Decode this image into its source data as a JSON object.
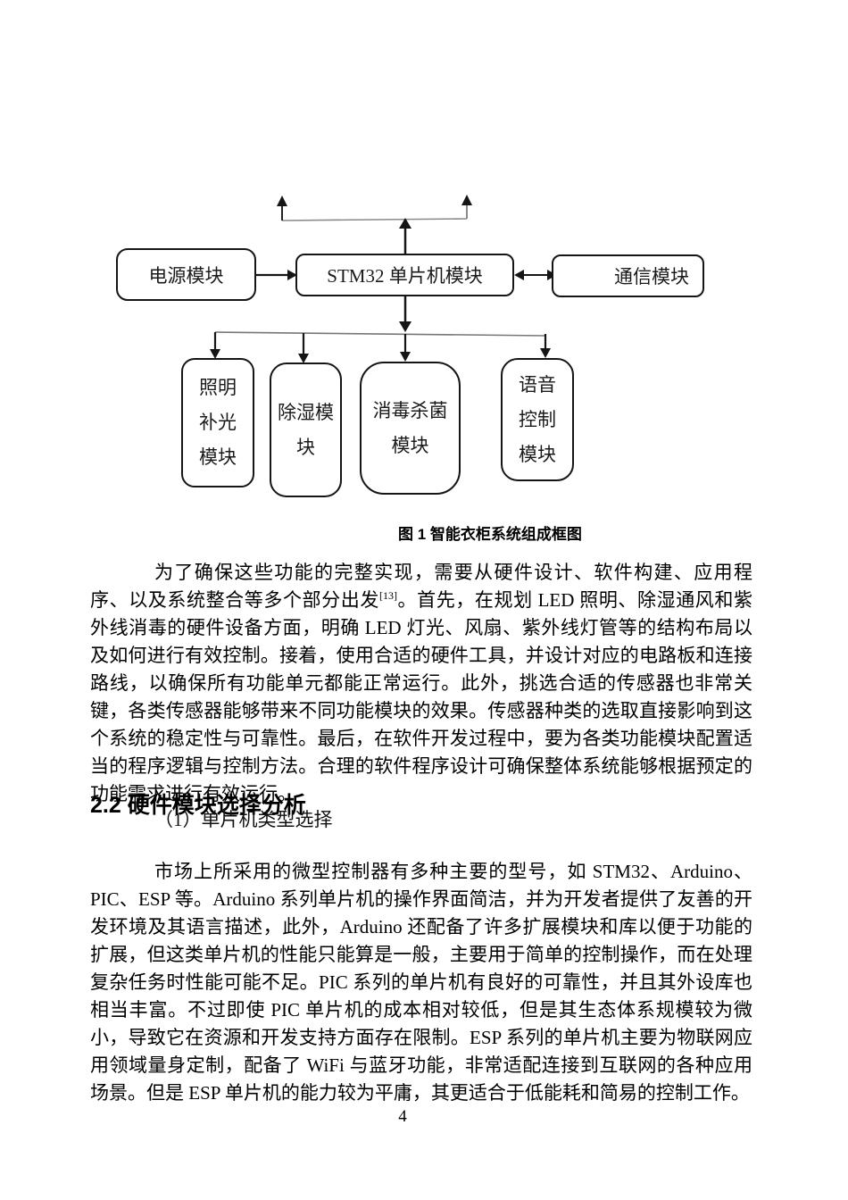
{
  "figure": {
    "caption": "图 1 智能衣柜系统组成框图",
    "nodes": {
      "power": {
        "label": "电源模块"
      },
      "mcu": {
        "label": "STM32 单片机模块"
      },
      "comm": {
        "label": "通信模块"
      },
      "lighting": {
        "lines": [
          "照明",
          "补光",
          "模块"
        ]
      },
      "dehumidify": {
        "lines": [
          "除湿模",
          "块"
        ]
      },
      "disinfect": {
        "lines": [
          "消毒杀菌",
          "模块"
        ]
      },
      "voice": {
        "lines": [
          "语音",
          "控制",
          "模块"
        ]
      }
    },
    "arrow_color": "#151515",
    "thin_line_color": "#8a8a8a"
  },
  "content": {
    "para1_before_ref": "为了确保这些功能的完整实现，需要从硬件设计、软件构建、应用程序、以及系统整合等多个部分出发",
    "para1_ref": "[13]",
    "para1_after_ref": "。首先，在规划 LED 照明、除湿通风和紫外线消毒的硬件设备方面，明确 LED 灯光、风扇、紫外线灯管等的结构布局以及如何进行有效控制。接着，使用合适的硬件工具，并设计对应的电路板和连接路线，以确保所有功能单元都能正常运行。此外，挑选合适的传感器也非常关键，各类传感器能够带来不同功能模块的效果。传感器种类的选取直接影响到这个系统的稳定性与可靠性。最后，在软件开发过程中，要为各类功能模块配置适当的程序逻辑与控制方法。合理的软件程序设计可确保整体系统能够根据预定的功能需求进行有效运行。",
    "heading": "2.2 硬件模块选择分析",
    "subheading": "（1）单片机类型选择",
    "para2": "市场上所采用的微型控制器有多种主要的型号，如 STM32、Arduino、PIC、ESP 等。Arduino 系列单片机的操作界面简洁，并为开发者提供了友善的开发环境及其语言描述，此外，Arduino 还配备了许多扩展模块和库以便于功能的扩展，但这类单片机的性能只能算是一般，主要用于简单的控制操作，而在处理复杂任务时性能可能不足。PIC 系列的单片机有良好的可靠性，并且其外设库也相当丰富。不过即使 PIC 单片机的成本相对较低，但是其生态体系规模较为微小，导致它在资源和开发支持方面存在限制。ESP 系列的单片机主要为物联网应用领域量身定制，配备了 WiFi 与蓝牙功能，非常适配连接到互联网的各种应用场景。但是 ESP 单片机的能力较为平庸，其更适合于低能耗和简易的控制工作。"
  },
  "page": {
    "number": "4"
  }
}
